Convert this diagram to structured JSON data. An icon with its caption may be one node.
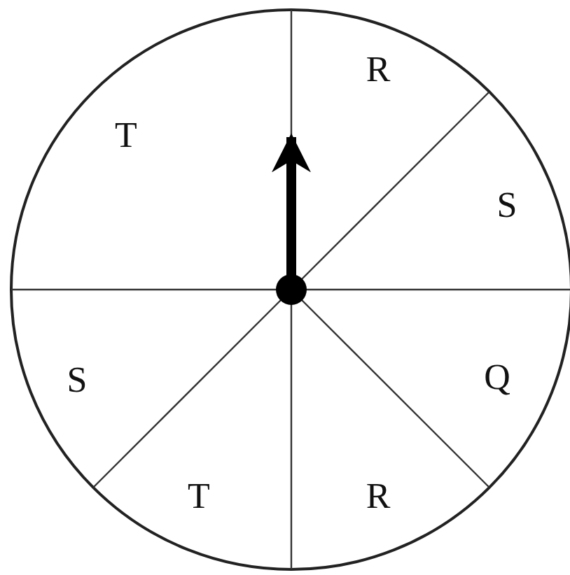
{
  "diagram": {
    "labels": [
      "R",
      "T",
      "S",
      "S",
      "Q",
      "T",
      "R"
    ]
  }
}
